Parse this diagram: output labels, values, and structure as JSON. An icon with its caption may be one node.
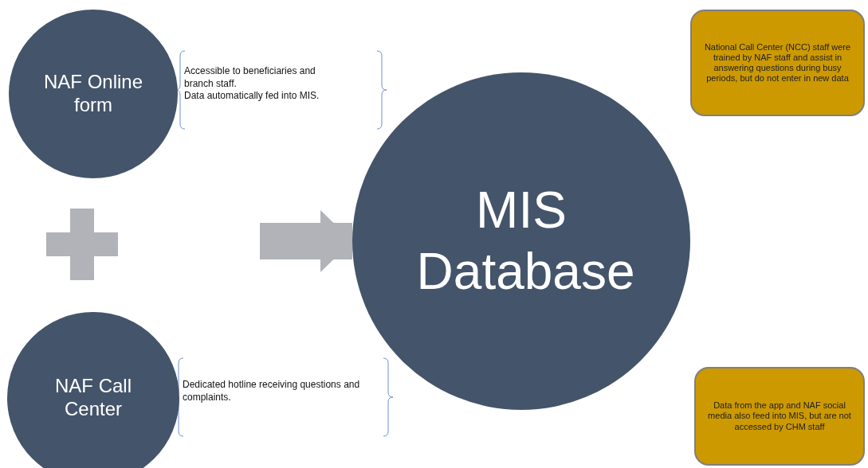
{
  "diagram": {
    "nodes": [
      {
        "text": [
          "NAF Online form"
        ],
        "beside": [
          "Accessible to beneficiaries and branch staff.",
          "Data automatically fed into MIS."
        ]
      },
      {
        "text": [
          "NAF Call Center"
        ],
        "beside": [
          "Dedicated hotline receiving questions and complaints."
        ]
      },
      {
        "text": [
          "MIS Database"
        ]
      },
      {
        "text": [
          "National Call Center (NCC) staff were trained by NAF staff and assist in answering questions during busy periods, but do not enter in new data"
        ]
      },
      {
        "text": [
          "Data from the app and NAF social media also feed into MIS, but are not accessed by CHM staff"
        ]
      }
    ],
    "edges": [
      {
        "from": null,
        "to": 2,
        "arrow": "to"
      }
    ]
  }
}
